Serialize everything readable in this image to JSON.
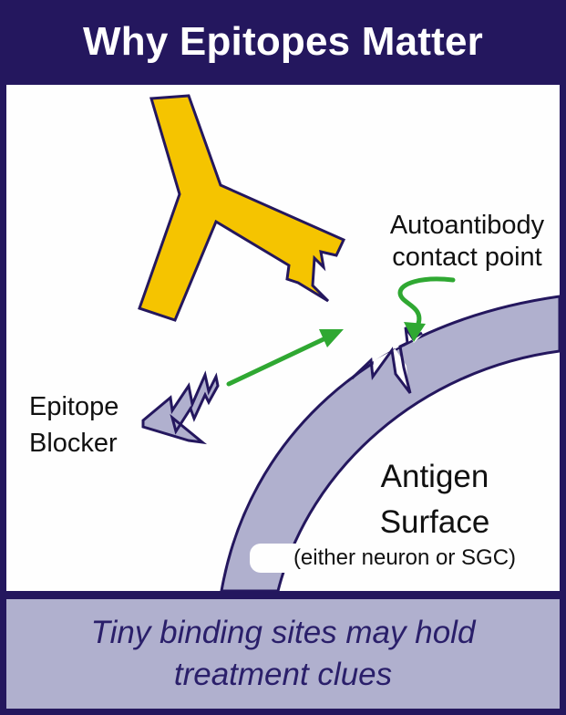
{
  "title": "Why Epitopes Matter",
  "labels": {
    "contact_line1": "Autoantibody",
    "contact_line2": "contact point",
    "blocker_line1": "Epitope",
    "blocker_line2": "Blocker",
    "antigen_line1": "Antigen",
    "antigen_line2": "Surface",
    "antigen_sub": "(either neuron or SGC)"
  },
  "footer": {
    "line1": "Tiny binding sites may hold",
    "line2": "treatment clues"
  },
  "colors": {
    "background": "#24175e",
    "antibody": "#f5c400",
    "membrane": "#b0b0ce",
    "arrow": "#2fa832",
    "footer_text": "#2a1f6a"
  },
  "icons": [
    "antibody-shape",
    "epitope-blocker-zigzag",
    "antigen-membrane",
    "green-arrow"
  ]
}
